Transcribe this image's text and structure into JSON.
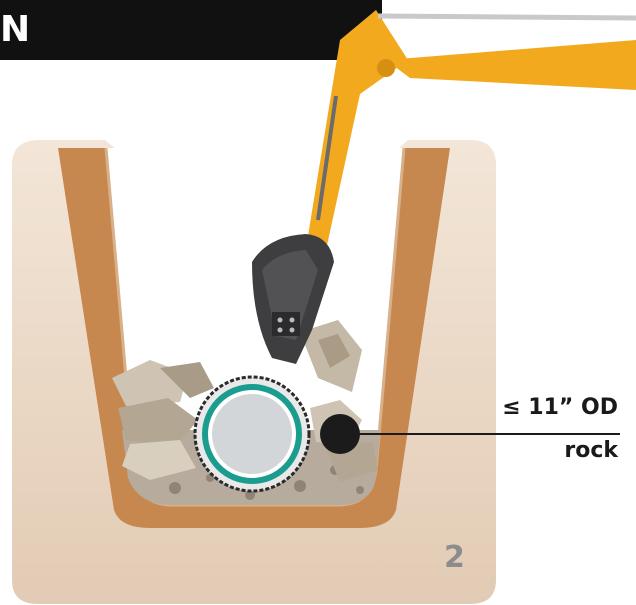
{
  "banner": {
    "title_fragment": "N"
  },
  "callout": {
    "size_label": "≤ 11” OD",
    "material_label": "rock"
  },
  "step": {
    "number": "2"
  },
  "colors": {
    "banner_bg": "#111111",
    "trench_wall": "#e8d5c2",
    "trench_inner": "#c6884e",
    "excavator_yellow": "#f2a91e",
    "bucket": "#3e3e40",
    "pipe_ring": "#1a9d8f",
    "pipe_core": "#d3d6d8",
    "rock_marker": "#1b1b1b",
    "step_number": "#8c8c8c"
  },
  "icons": [
    "excavator-arm-icon",
    "bucket-icon",
    "pipe-icon",
    "rock-icon"
  ]
}
